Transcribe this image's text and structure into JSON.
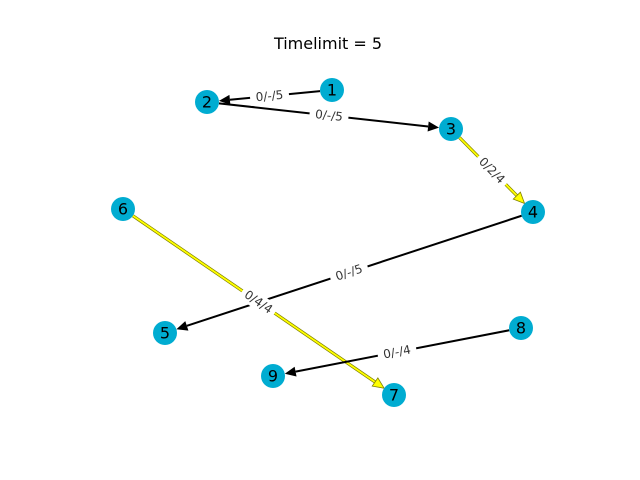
{
  "title": "Timelimit = 5",
  "colors": {
    "node_fill": "#00acd1",
    "edge_normal": "#000000",
    "edge_highlight": "#ffff00",
    "edge_highlight_outline": "#808000",
    "label_text": "#333333"
  },
  "nodes": [
    {
      "id": "1",
      "label": "1"
    },
    {
      "id": "2",
      "label": "2"
    },
    {
      "id": "3",
      "label": "3"
    },
    {
      "id": "4",
      "label": "4"
    },
    {
      "id": "5",
      "label": "5"
    },
    {
      "id": "6",
      "label": "6"
    },
    {
      "id": "7",
      "label": "7"
    },
    {
      "id": "8",
      "label": "8"
    },
    {
      "id": "9",
      "label": "9"
    }
  ],
  "edges": [
    {
      "from": "1",
      "to": "2",
      "label": "0/-/5",
      "highlight": false
    },
    {
      "from": "2",
      "to": "3",
      "label": "0/-/5",
      "highlight": false
    },
    {
      "from": "3",
      "to": "4",
      "label": "0/2/4",
      "highlight": true
    },
    {
      "from": "4",
      "to": "5",
      "label": "0/-/5",
      "highlight": false
    },
    {
      "from": "6",
      "to": "7",
      "label": "0/4/4",
      "highlight": true
    },
    {
      "from": "8",
      "to": "9",
      "label": "0/-/4",
      "highlight": false
    }
  ]
}
